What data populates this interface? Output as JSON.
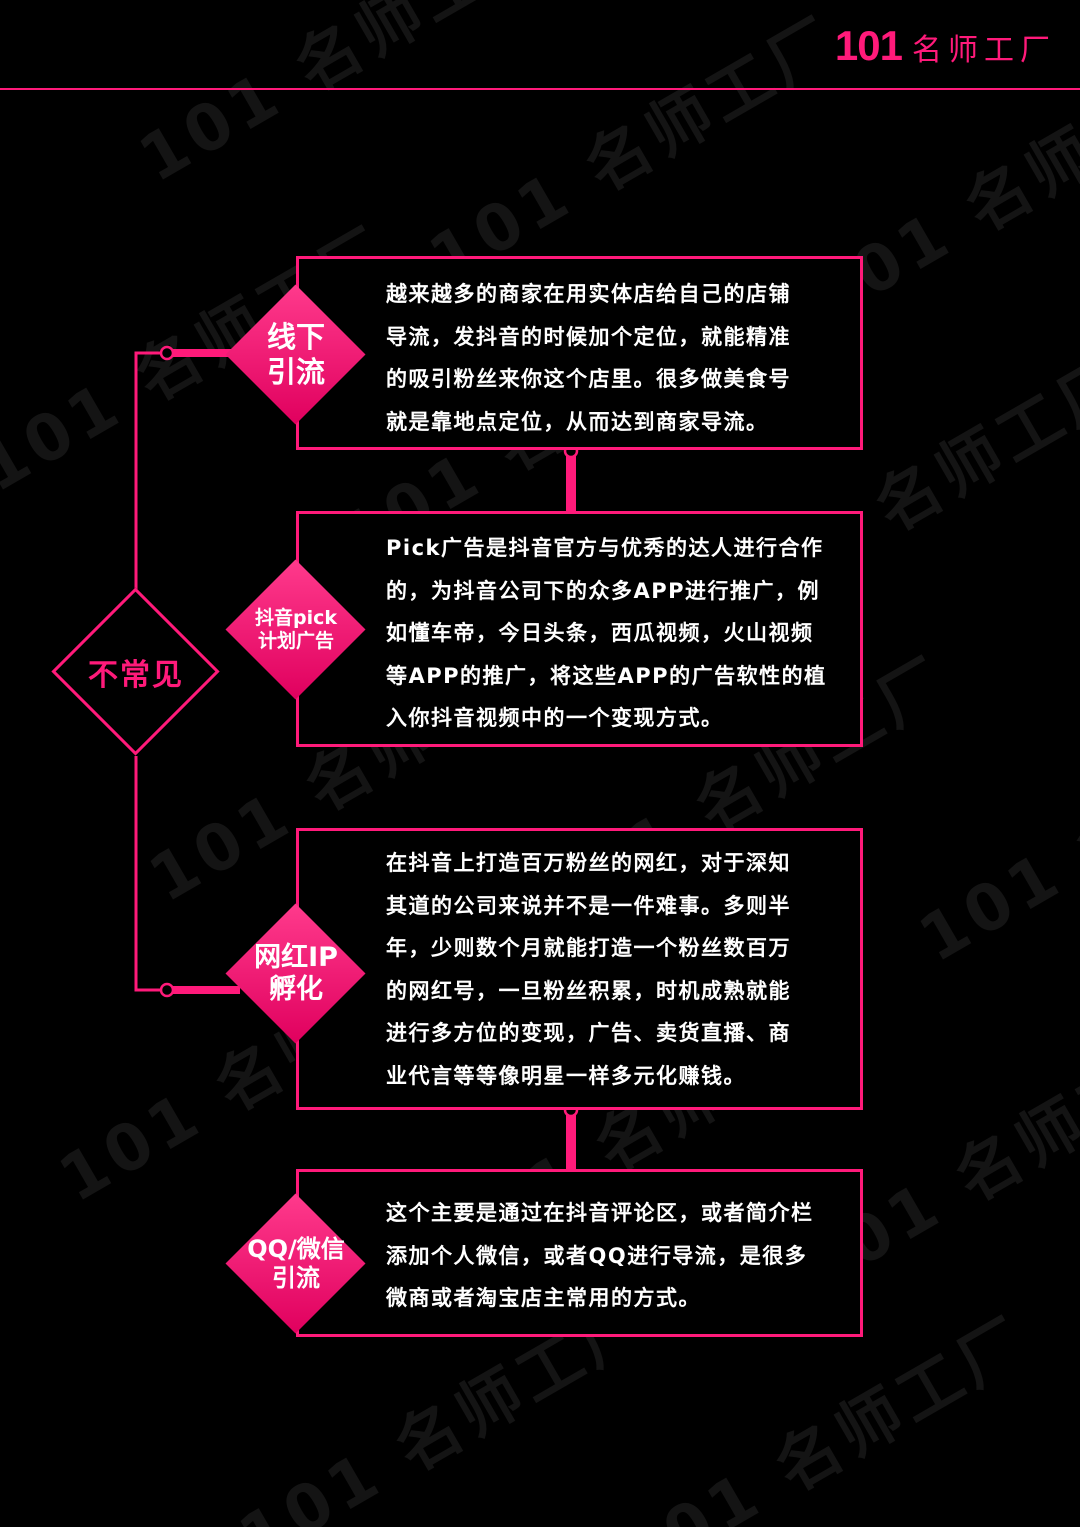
{
  "brand": {
    "number": "101",
    "name": "名师工厂"
  },
  "watermark": "101 名师工厂",
  "colors": {
    "accent": "#ff1a7a",
    "background": "#000000",
    "text": "#ffffff"
  },
  "center_node": {
    "label": "不常见"
  },
  "methods": [
    {
      "title_lines": [
        "线下",
        "引流"
      ],
      "description_lines": [
        "越来越多的商家在用实体店给自己的店铺",
        "导流，发抖音的时候加个定位，就能精准",
        "的吸引粉丝来你这个店里。很多做美食号",
        "就是靠地点定位，从而达到商家导流。"
      ]
    },
    {
      "title_lines": [
        "抖音pick",
        "计划广告"
      ],
      "description_lines": [
        "Pick广告是抖音官方与优秀的达人进行合作",
        "的，为抖音公司下的众多APP进行推广，例",
        "如懂车帝，今日头条，西瓜视频，火山视频",
        "等APP的推广，将这些APP的广告软性的植",
        "入你抖音视频中的一个变现方式。"
      ]
    },
    {
      "title_lines": [
        "网红IP",
        "孵化"
      ],
      "description_lines": [
        "在抖音上打造百万粉丝的网红，对于深知",
        "其道的公司来说并不是一件难事。多则半",
        "年，少则数个月就能打造一个粉丝数百万",
        "的网红号，一旦粉丝积累，时机成熟就能",
        "进行多方位的变现，广告、卖货直播、商",
        "业代言等等像明星一样多元化赚钱。"
      ]
    },
    {
      "title_lines": [
        "QQ/微信",
        "引流"
      ],
      "description_lines": [
        "这个主要是通过在抖音评论区，或者简介栏",
        "添加个人微信，或者QQ进行导流，是很多",
        "微商或者淘宝店主常用的方式。"
      ]
    }
  ]
}
